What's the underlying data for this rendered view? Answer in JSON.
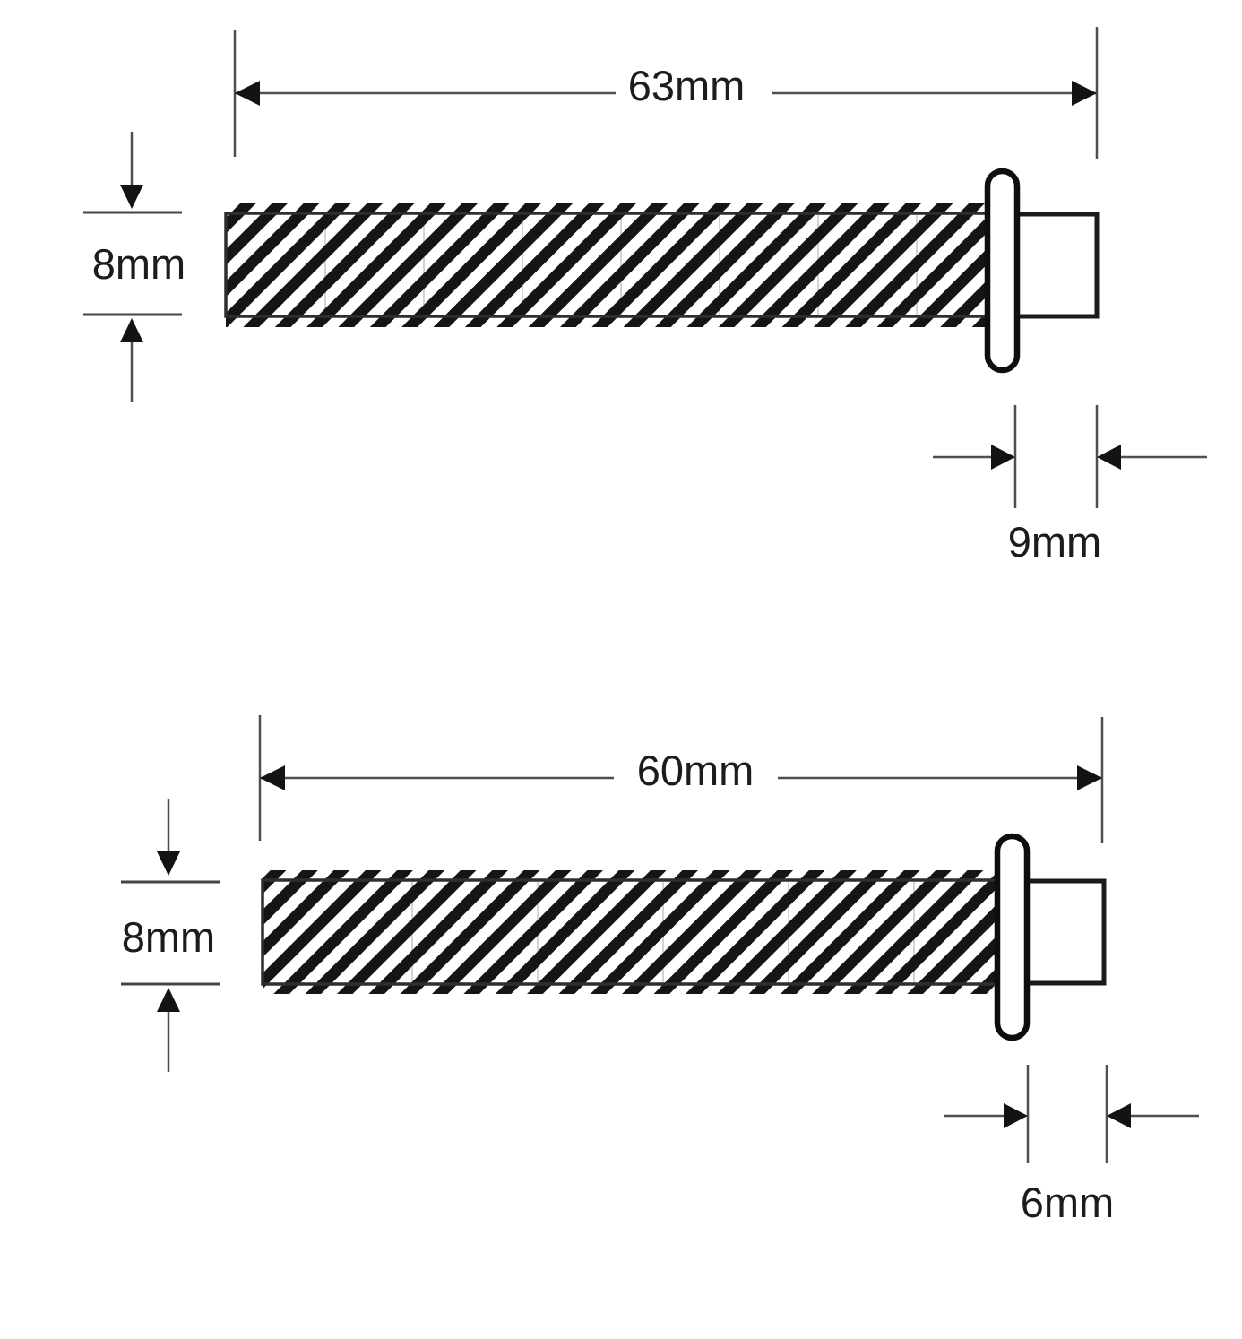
{
  "drawing": {
    "description": "Two threaded rod / bolt dimension drawings with collar and plain end",
    "figures": [
      {
        "id": "top-bolt",
        "length_label": "63mm",
        "diameter_label": "8mm",
        "end_width_label": "9mm"
      },
      {
        "id": "bottom-bolt",
        "length_label": "60mm",
        "diameter_label": "8mm",
        "end_width_label": "6mm"
      }
    ],
    "colors": {
      "background": "#ffffff",
      "thin_line": "#4f4f4f",
      "shape": "#131313",
      "text": "#1c1c1c"
    }
  }
}
